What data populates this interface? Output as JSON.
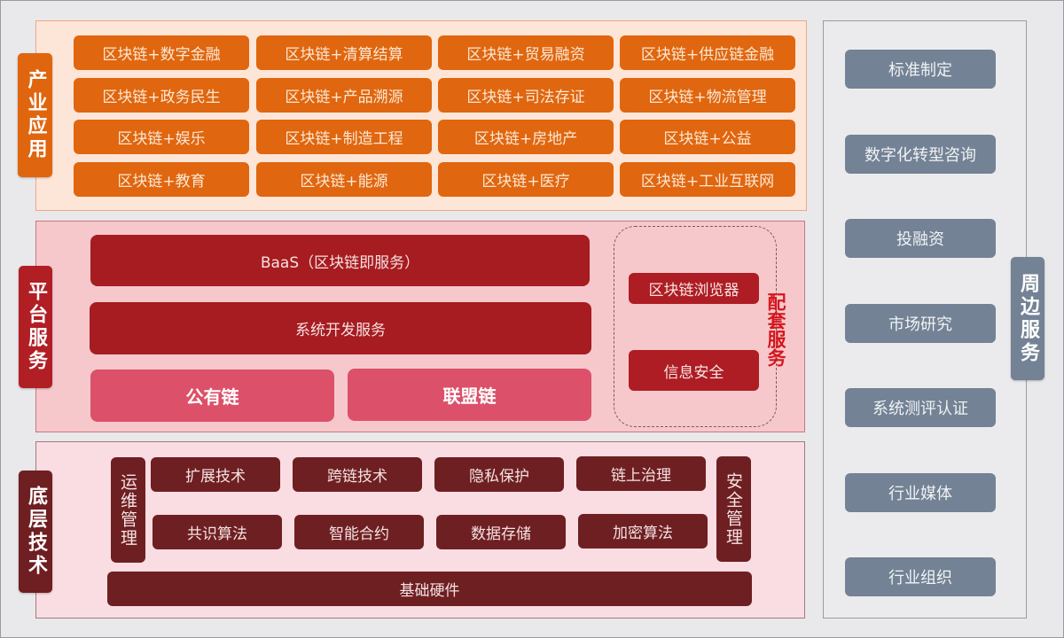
{
  "industry_layer": {
    "label": "产业应用",
    "items": [
      "区块链+数字金融",
      "区块链+清算结算",
      "区块链+贸易融资",
      "区块链+供应链金融",
      "区块链+政务民生",
      "区块链+产品溯源",
      "区块链+司法存证",
      "区块链+物流管理",
      "区块链+娱乐",
      "区块链+制造工程",
      "区块链+房地产",
      "区块链+公益",
      "区块链+教育",
      "区块链+能源",
      "区块链+医疗",
      "区块链+工业互联网"
    ]
  },
  "platform_layer": {
    "label": "平台服务",
    "baas": "BaaS（区块链即服务）",
    "dev_service": "系统开发服务",
    "chains": [
      "公有链",
      "联盟链"
    ],
    "supporting": {
      "label": "配套服务",
      "items": [
        "区块链浏览器",
        "信息安全"
      ]
    }
  },
  "foundation_layer": {
    "label": "底层技术",
    "ops": "运维管理",
    "security": "安全管理",
    "row1": [
      "扩展技术",
      "跨链技术",
      "隐私保护",
      "链上治理"
    ],
    "row2": [
      "共识算法",
      "智能合约",
      "数据存储",
      "加密算法"
    ],
    "hardware": "基础硬件"
  },
  "peripheral_services": {
    "label": "周边服务",
    "items": [
      "标准制定",
      "数字化转型咨询",
      "投融资",
      "市场研究",
      "系统测评认证",
      "行业媒体",
      "行业组织"
    ]
  },
  "colors": {
    "industry": "#e0660f",
    "platform_dark": "#a61c21",
    "platform_pink": "#dc5169",
    "supporting_label": "#d4161c",
    "foundation": "#6e1f22",
    "peripheral": "#738294",
    "background": "#e9e9ec"
  }
}
